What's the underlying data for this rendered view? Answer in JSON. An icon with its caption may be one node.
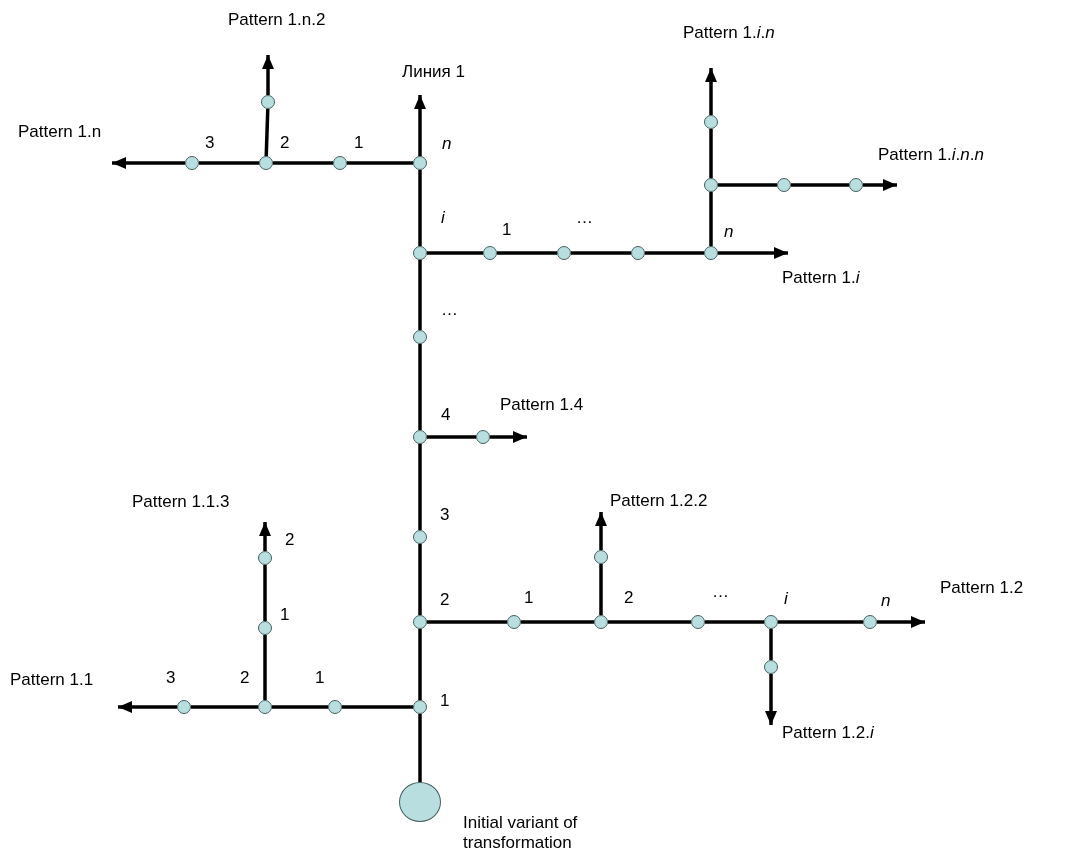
{
  "diagram": {
    "nodes": [
      {
        "text": [
          "Pattern 1.n.2"
        ]
      },
      {
        "text": [
          "Pattern 1.*i*.*n*"
        ]
      },
      {
        "text": [
          "Линия 1"
        ]
      },
      {
        "text": [
          "Pattern 1.n"
        ]
      },
      {
        "text": [],
        "shape": "circle"
      },
      {
        "text": [
          "Pattern 1.*i*.*n*.*n*"
        ]
      },
      {
        "text": [],
        "shape": "circle"
      },
      {
        "text": [],
        "shape": "circle",
        "beside": [
          "3"
        ]
      },
      {
        "text": [],
        "shape": "circle",
        "beside": [
          "2"
        ]
      },
      {
        "text": [],
        "shape": "circle",
        "beside": [
          "1"
        ]
      },
      {
        "text": [],
        "shape": "circle",
        "beside": [
          "n"
        ]
      },
      {
        "text": [],
        "shape": "circle"
      },
      {
        "text": [],
        "shape": "circle"
      },
      {
        "text": [],
        "shape": "circle"
      },
      {
        "text": [],
        "shape": "circle",
        "beside": [
          "i"
        ]
      },
      {
        "text": [],
        "shape": "circle",
        "beside": [
          "1"
        ]
      },
      {
        "text": [],
        "shape": "circle"
      },
      {
        "text": [],
        "shape": "circle"
      },
      {
        "text": [],
        "shape": "circle",
        "beside": [
          "n"
        ]
      },
      {
        "text": [
          "Pattern 1.*i*"
        ]
      },
      {
        "text": [],
        "shape": "circle"
      },
      {
        "text": [
          "Pattern 1.4"
        ]
      },
      {
        "text": [],
        "shape": "circle",
        "beside": [
          "4"
        ]
      },
      {
        "text": [],
        "shape": "circle"
      },
      {
        "text": [
          "Pattern 1.1.3"
        ]
      },
      {
        "text": [
          "Pattern 1.2.2"
        ]
      },
      {
        "text": [],
        "shape": "circle",
        "beside": [
          "3"
        ]
      },
      {
        "text": [],
        "shape": "circle",
        "beside": [
          "2"
        ]
      },
      {
        "text": [],
        "shape": "circle"
      },
      {
        "text": [
          "Pattern 1.2"
        ]
      },
      {
        "text": [],
        "shape": "circle",
        "beside": [
          "2"
        ]
      },
      {
        "text": [],
        "shape": "circle",
        "beside": [
          "1"
        ]
      },
      {
        "text": [],
        "shape": "circle",
        "beside": [
          "2"
        ]
      },
      {
        "text": [],
        "shape": "circle"
      },
      {
        "text": [],
        "shape": "circle",
        "beside": [
          "i"
        ]
      },
      {
        "text": [],
        "shape": "circle",
        "beside": [
          "n"
        ]
      },
      {
        "text": [],
        "shape": "circle",
        "beside": [
          "1"
        ]
      },
      {
        "text": [],
        "shape": "circle"
      },
      {
        "text": [
          "Pattern 1.1"
        ]
      },
      {
        "text": [],
        "shape": "circle",
        "beside": [
          "3"
        ]
      },
      {
        "text": [],
        "shape": "circle",
        "beside": [
          "2"
        ]
      },
      {
        "text": [],
        "shape": "circle",
        "beside": [
          "1"
        ]
      },
      {
        "text": [],
        "shape": "circle",
        "beside": [
          "1"
        ]
      },
      {
        "text": [
          "Pattern 1.2.*i*"
        ]
      },
      {
        "text": [],
        "shape": "circle",
        "beside": [
          "Initial variant of transformation"
        ]
      }
    ],
    "edges": [
      {
        "from": 44,
        "to": 42,
        "arrow": "none"
      },
      {
        "from": 42,
        "to": 30,
        "arrow": "none"
      },
      {
        "from": 30,
        "to": 26,
        "arrow": "none"
      },
      {
        "from": 26,
        "to": 22,
        "arrow": "none"
      },
      {
        "from": 22,
        "to": 20,
        "arrow": "none"
      },
      {
        "from": 20,
        "to": 14,
        "arrow": "none"
      },
      {
        "from": 14,
        "to": 10,
        "arrow": "none"
      },
      {
        "from": 10,
        "to": 2,
        "arrow": "to"
      },
      {
        "from": 42,
        "to": 41,
        "arrow": "none"
      },
      {
        "from": 41,
        "to": 40,
        "arrow": "none"
      },
      {
        "from": 40,
        "to": 39,
        "arrow": "none"
      },
      {
        "from": 39,
        "to": 38,
        "arrow": "to"
      },
      {
        "from": 40,
        "to": 36,
        "arrow": "none"
      },
      {
        "from": 36,
        "to": 27,
        "arrow": "none"
      },
      {
        "from": 27,
        "to": 24,
        "arrow": "to"
      },
      {
        "from": 30,
        "to": 31,
        "arrow": "none"
      },
      {
        "from": 31,
        "to": 32,
        "arrow": "none"
      },
      {
        "from": 32,
        "to": 33,
        "arrow": "none"
      },
      {
        "from": 33,
        "to": 34,
        "arrow": "none"
      },
      {
        "from": 34,
        "to": 35,
        "arrow": "none"
      },
      {
        "from": 35,
        "to": 29,
        "arrow": "to"
      },
      {
        "from": 32,
        "to": 28,
        "arrow": "none"
      },
      {
        "from": 28,
        "to": 25,
        "arrow": "to"
      },
      {
        "from": 34,
        "to": 37,
        "arrow": "none"
      },
      {
        "from": 37,
        "to": 43,
        "arrow": "to"
      },
      {
        "from": 22,
        "to": 23,
        "arrow": "none"
      },
      {
        "from": 23,
        "to": 21,
        "arrow": "to"
      },
      {
        "from": 14,
        "to": 15,
        "arrow": "none"
      },
      {
        "from": 15,
        "to": 16,
        "arrow": "none"
      },
      {
        "from": 16,
        "to": 17,
        "arrow": "none"
      },
      {
        "from": 17,
        "to": 18,
        "arrow": "none"
      },
      {
        "from": 18,
        "to": 19,
        "arrow": "to"
      },
      {
        "from": 18,
        "to": 11,
        "arrow": "none"
      },
      {
        "from": 11,
        "to": 6,
        "arrow": "none"
      },
      {
        "from": 6,
        "to": 1,
        "arrow": "to"
      },
      {
        "from": 11,
        "to": 12,
        "arrow": "none"
      },
      {
        "from": 12,
        "to": 13,
        "arrow": "none"
      },
      {
        "from": 13,
        "to": 5,
        "arrow": "to"
      },
      {
        "from": 10,
        "to": 9,
        "arrow": "none"
      },
      {
        "from": 9,
        "to": 8,
        "arrow": "none"
      },
      {
        "from": 8,
        "to": 7,
        "arrow": "none"
      },
      {
        "from": 7,
        "to": 3,
        "arrow": "to"
      },
      {
        "from": 8,
        "to": 4,
        "arrow": "none"
      },
      {
        "from": 4,
        "to": 0,
        "arrow": "to"
      }
    ],
    "labels": [
      "…",
      "…",
      "…"
    ]
  }
}
